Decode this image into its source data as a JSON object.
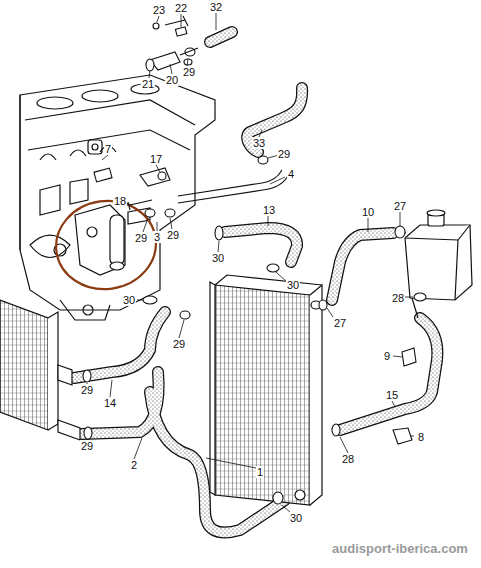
{
  "diagram": {
    "labels": [
      "23",
      "22",
      "32",
      "21",
      "20",
      "29",
      "33",
      "29",
      "7",
      "17",
      "4",
      "18",
      "29",
      "3",
      "29",
      "13",
      "10",
      "27",
      "30",
      "30",
      "30",
      "29",
      "27",
      "28",
      "9",
      "15",
      "29",
      "14",
      "29",
      "2",
      "1",
      "28",
      "8",
      "30",
      "audisport-iberica.com"
    ]
  }
}
